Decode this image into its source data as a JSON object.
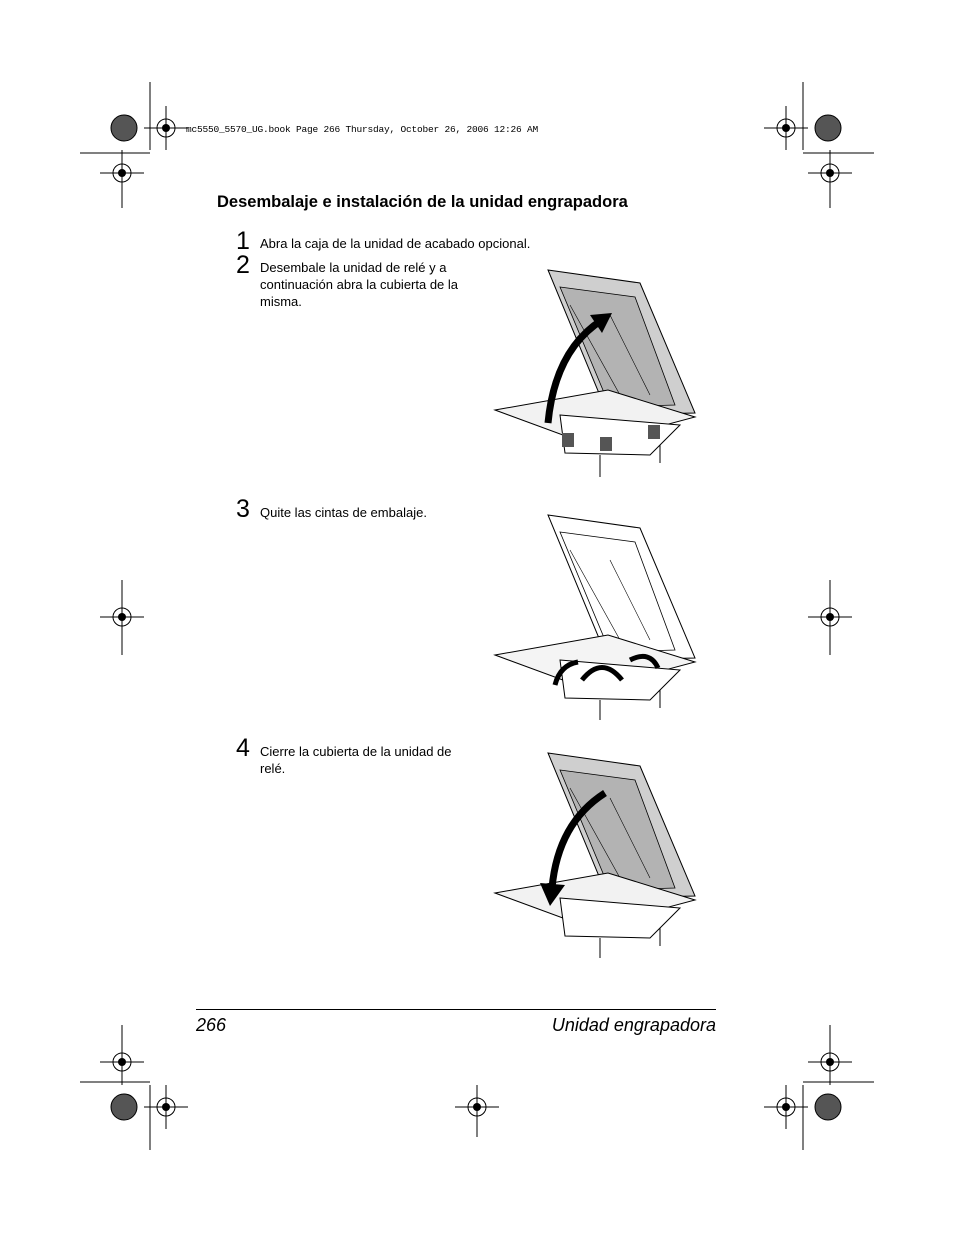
{
  "header": {
    "slug": "mc5550_5570_UG.book  Page 266  Thursday, October 26, 2006  12:26 AM"
  },
  "section": {
    "title": "Desembalaje e instalación de la unidad engrapadora"
  },
  "steps": [
    {
      "number": "1",
      "text": "Abra la caja de la unidad de acabado opcional."
    },
    {
      "number": "2",
      "text": "Desembale la unidad de relé y a continuación abra la cubierta de la misma."
    },
    {
      "number": "3",
      "text": "Quite las cintas de embalaje."
    },
    {
      "number": "4",
      "text": "Cierre la cubierta de la unidad de relé."
    }
  ],
  "footer": {
    "page_number": "266",
    "section_name": "Unidad engrapadora"
  }
}
